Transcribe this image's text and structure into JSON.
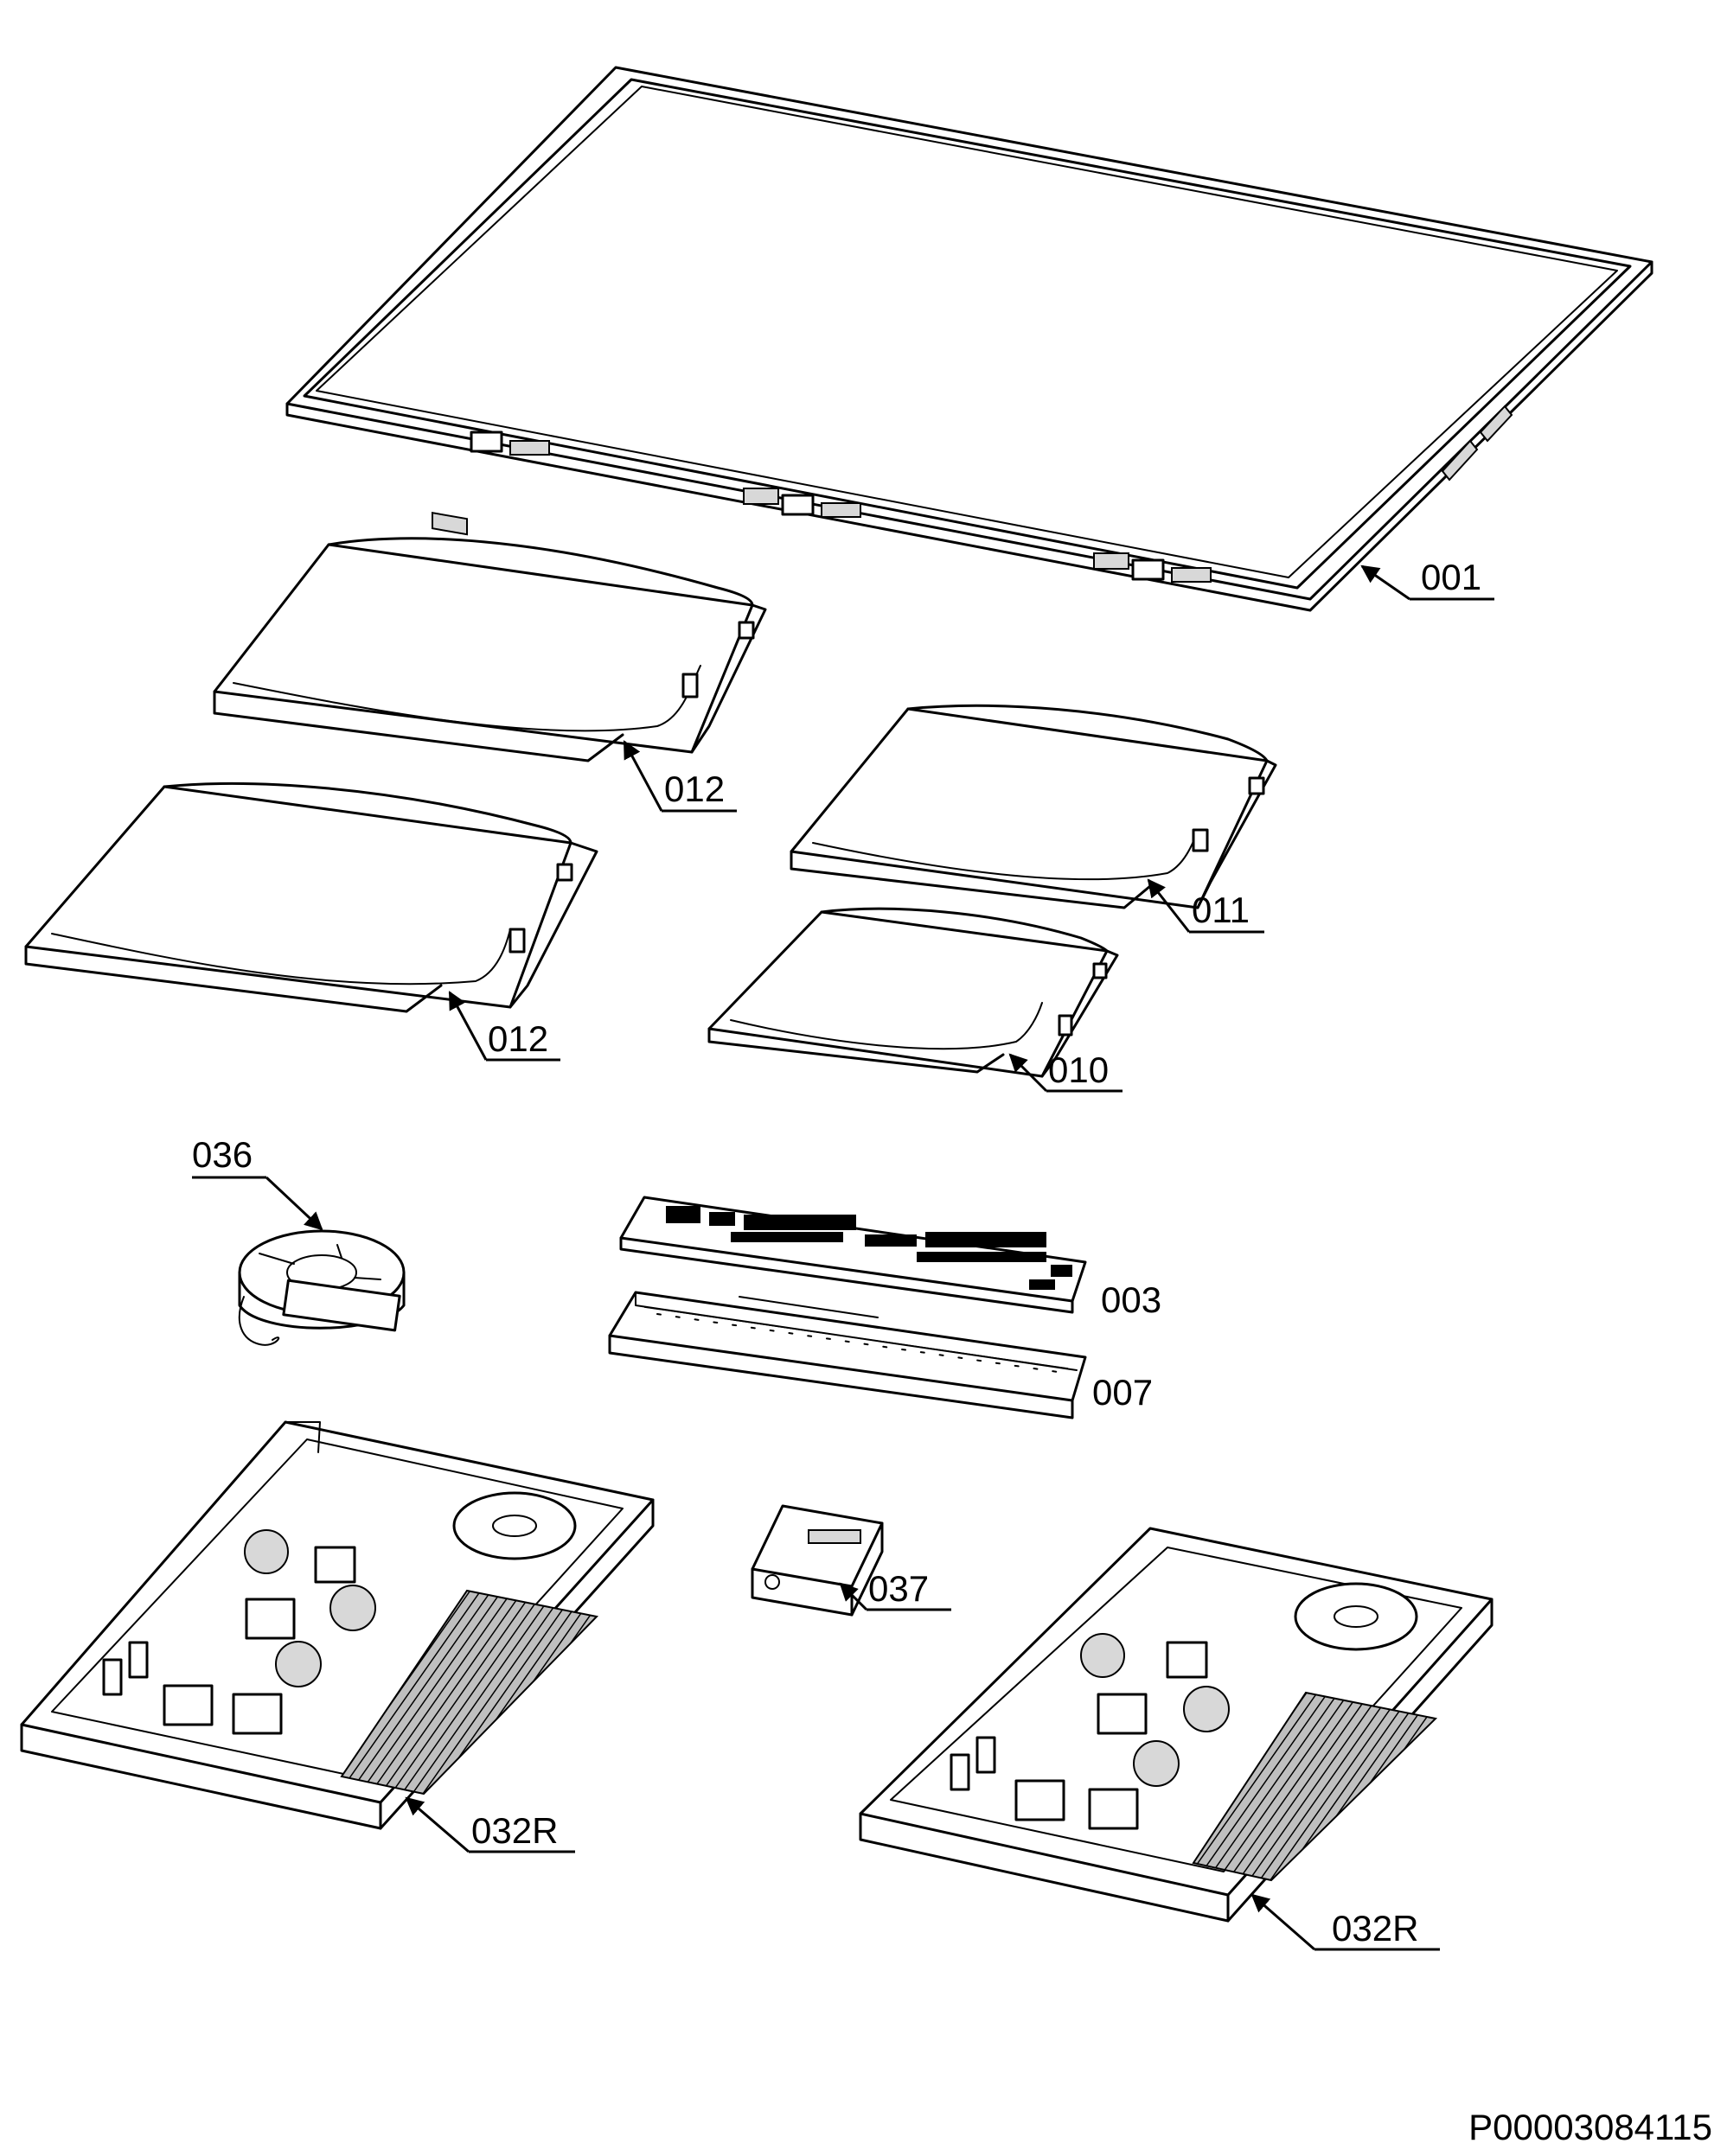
{
  "parts": [
    {
      "id": "glass_top",
      "label": "001"
    },
    {
      "id": "hob_zone_rear_left",
      "label": "012"
    },
    {
      "id": "hob_zone_front_left",
      "label": "012"
    },
    {
      "id": "hob_zone_rear_right",
      "label": "011"
    },
    {
      "id": "hob_zone_front_right",
      "label": "010"
    },
    {
      "id": "fan",
      "label": "036"
    },
    {
      "id": "control_board",
      "label": "003"
    },
    {
      "id": "control_housing",
      "label": "007"
    },
    {
      "id": "power_module_left",
      "label": "032R"
    },
    {
      "id": "terminal_block",
      "label": "037"
    },
    {
      "id": "power_module_right",
      "label": "032R"
    }
  ],
  "document_id": "P00003084115"
}
